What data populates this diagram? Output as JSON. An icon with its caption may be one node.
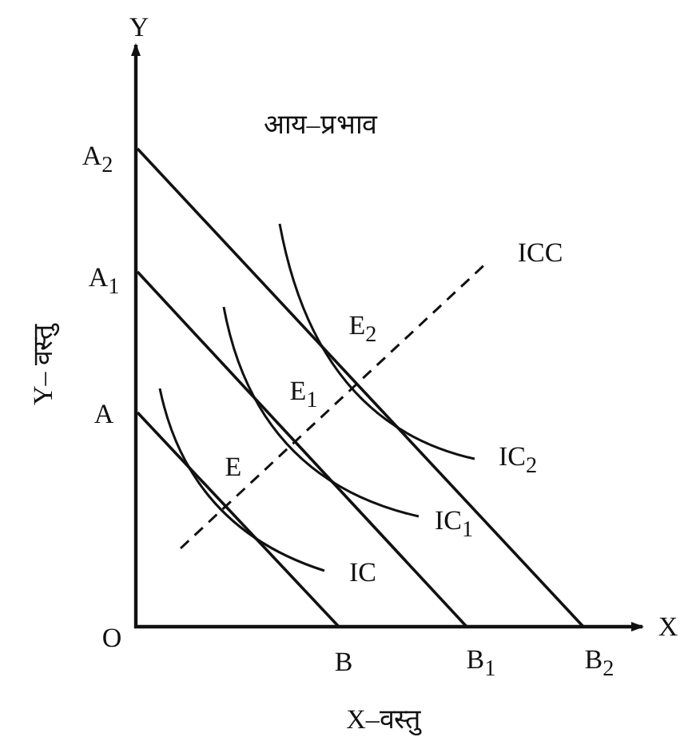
{
  "diagram": {
    "labels": [
      "Y",
      "आय–प्रभाव",
      "A$_{2}$",
      "ICC",
      "A$_{1}$",
      "E$_{2}$",
      "Y– वस्तु",
      "E$_{1}$",
      "A",
      "IC$_{2}$",
      "E",
      "IC$_{1}$",
      "IC",
      "O",
      "X",
      "B",
      "B$_{1}$",
      "B$_{2}$",
      "X–वस्तु"
    ]
  }
}
